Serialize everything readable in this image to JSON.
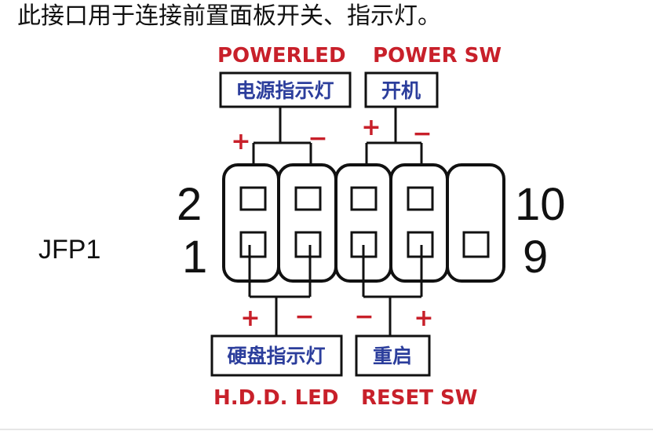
{
  "heading": "此接口用于连接前置面板开关、指示灯。",
  "header_name": "JFP1",
  "pin_numbers": {
    "top_left": "2",
    "bottom_left": "1",
    "top_right": "10",
    "bottom_right": "9"
  },
  "groups": {
    "power_led": {
      "label_en": "POWERLED",
      "label_cn": "电源指示灯",
      "left_sign": "+",
      "right_sign": "−"
    },
    "power_sw": {
      "label_en": "POWER SW",
      "label_cn": "开机",
      "left_sign": "+",
      "right_sign": "−"
    },
    "hdd_led": {
      "label_en": "H.D.D. LED",
      "label_cn": "硬盘指示灯",
      "left_sign": "+",
      "right_sign": "−"
    },
    "reset_sw": {
      "label_en": "RESET SW",
      "label_cn": "重启",
      "left_sign": "−",
      "right_sign": "+"
    }
  },
  "colors": {
    "red": "#c8202a",
    "blue": "#2c3e9c",
    "ink": "#111111"
  }
}
